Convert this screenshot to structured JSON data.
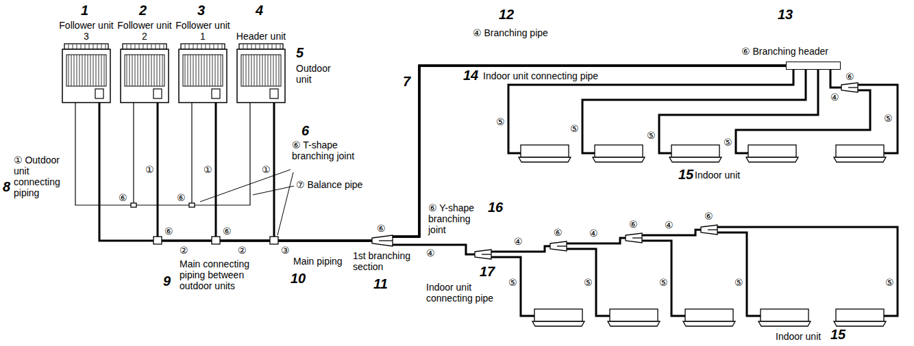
{
  "diagram": {
    "nodes": [
      {
        "text": [
          "Follower unit 3"
        ]
      },
      {
        "text": [
          "Follower unit 2"
        ]
      },
      {
        "text": [
          "Follower unit 1"
        ]
      },
      {
        "text": [
          "Header unit"
        ]
      },
      {
        "text": [
          "⑥ Branching header"
        ]
      }
    ],
    "edges": [
      {
        "from": 0,
        "to": 4,
        "arrow": "none"
      },
      {
        "from": 1,
        "to": 4,
        "arrow": "none"
      },
      {
        "from": 2,
        "to": 4,
        "arrow": "none"
      },
      {
        "from": 3,
        "to": 4,
        "arrow": "none"
      }
    ],
    "labels": [
      "1",
      "2",
      "3",
      "4",
      "5",
      "Outdoor unit",
      "6",
      "⑥ T-shape branching joint",
      "⑦ Balance pipe",
      "7",
      "① Outdoor unit connecting piping",
      "8",
      "①",
      "①",
      "①",
      "⑥",
      "⑥",
      "⑥",
      "⑥",
      "②",
      "②",
      "Main connecting piping between outdoor units",
      "9",
      "③",
      "Main piping",
      "10",
      "⑥",
      "1st branching section",
      "11",
      "12",
      "④ Branching pipe",
      "13",
      "14",
      "Indoor unit connecting pipe",
      "⑤",
      "⑤",
      "⑤",
      "⑤",
      "⑤",
      "④",
      "⑥",
      "15",
      "Indoor unit",
      "16",
      "⑥ Y-shape branching joint",
      "④",
      "④",
      "④",
      "④",
      "⑥",
      "⑥",
      "⑥",
      "⑤",
      "⑤",
      "⑤",
      "⑤",
      "⑤",
      "17",
      "Indoor unit connecting pipe",
      "Indoor unit",
      "15"
    ]
  }
}
